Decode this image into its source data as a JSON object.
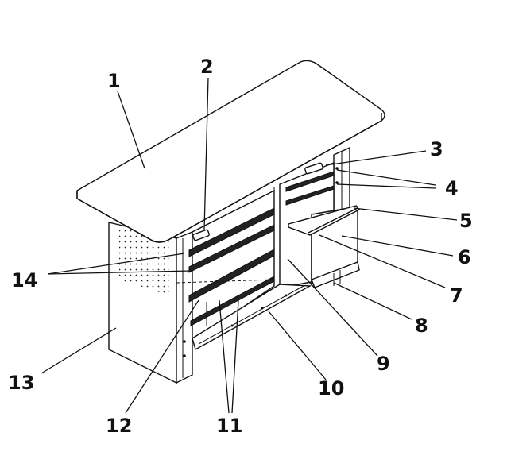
{
  "diagram": {
    "type": "exploded-parts-drawing",
    "colors": {
      "line": "#111111",
      "background": "#ffffff"
    },
    "labels": [
      "1",
      "2",
      "3",
      "4",
      "5",
      "6",
      "7",
      "8",
      "9",
      "10",
      "11",
      "12",
      "13",
      "14"
    ]
  }
}
